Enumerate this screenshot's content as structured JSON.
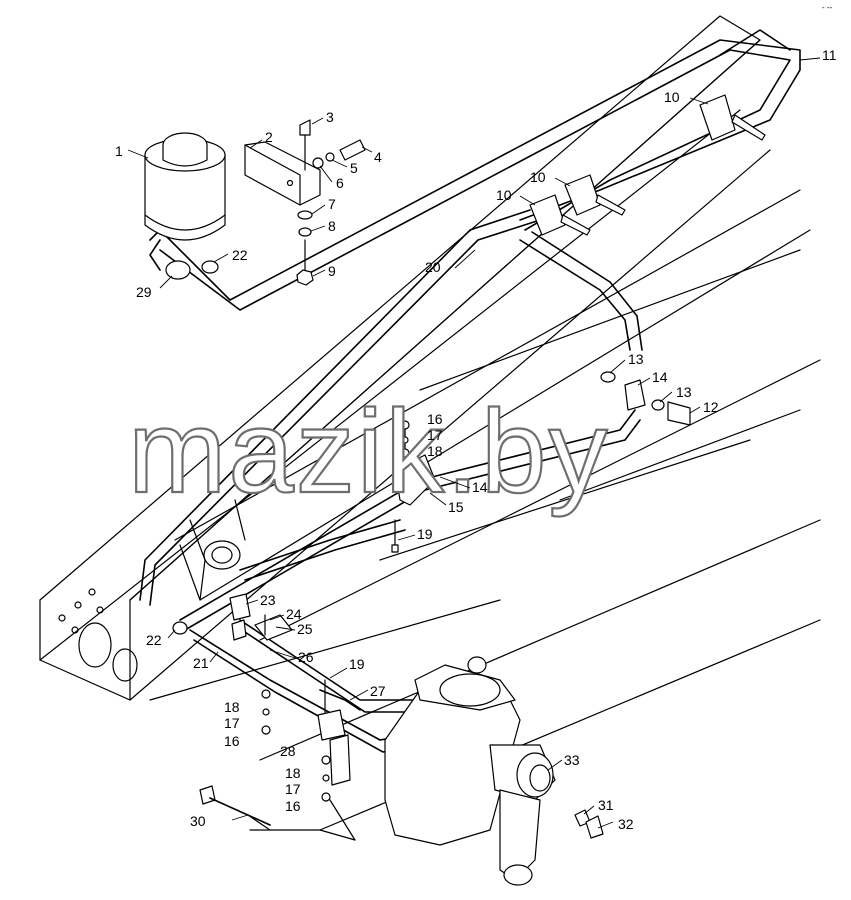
{
  "watermark": "mazik.by",
  "corner_mark": "- --",
  "callouts": [
    "1",
    "2",
    "3",
    "4",
    "5",
    "6",
    "7",
    "8",
    "9",
    "10",
    "10",
    "10",
    "10",
    "11",
    "12",
    "13",
    "13",
    "14",
    "14",
    "15",
    "16",
    "17",
    "18",
    "19",
    "20",
    "21",
    "22",
    "22",
    "23",
    "24",
    "25",
    "26",
    "19",
    "27",
    "18",
    "17",
    "16",
    "28",
    "18",
    "17",
    "16",
    "29",
    "30",
    "31",
    "32",
    "33"
  ]
}
